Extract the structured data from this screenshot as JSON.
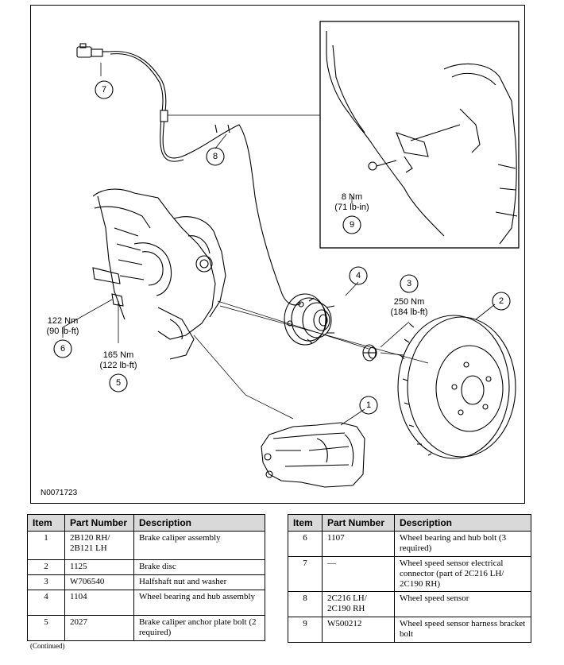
{
  "figure": {
    "code": "N0071723",
    "callouts": [
      "1",
      "2",
      "3",
      "4",
      "5",
      "6",
      "7",
      "8",
      "9"
    ],
    "torques": {
      "t3": {
        "nm": "250 Nm",
        "imp": "(184 lb-ft)"
      },
      "t6": {
        "nm": "122 Nm",
        "imp": "(90 lb-ft)"
      },
      "t5": {
        "nm": "165 Nm",
        "imp": "(122 lb-ft)"
      },
      "t9": {
        "nm": "8 Nm",
        "imp": "(71 lb-in)"
      }
    }
  },
  "table_left": {
    "headers": [
      "Item",
      "Part Number",
      "Description"
    ],
    "rows": [
      {
        "item": "1",
        "part": "2B120 RH/ 2B121 LH",
        "desc": "Brake caliper assembly"
      },
      {
        "item": "2",
        "part": "1125",
        "desc": "Brake disc"
      },
      {
        "item": "3",
        "part": "W706540",
        "desc": "Halfshaft nut and washer"
      },
      {
        "item": "4",
        "part": "1104",
        "desc": "Wheel bearing and hub assembly"
      },
      {
        "item": "5",
        "part": "2027",
        "desc": "Brake caliper anchor plate bolt (2 required)"
      }
    ]
  },
  "table_right": {
    "headers": [
      "Item",
      "Part Number",
      "Description"
    ],
    "rows": [
      {
        "item": "6",
        "part": "1107",
        "desc": "Wheel bearing and hub bolt (3 required)"
      },
      {
        "item": "7",
        "part": "—",
        "desc": "Wheel speed sensor electrical connector (part of 2C216 LH/ 2C190 RH)"
      },
      {
        "item": "8",
        "part": "2C216 LH/ 2C190 RH",
        "desc": "Wheel speed sensor"
      },
      {
        "item": "9",
        "part": "W500212",
        "desc": "Wheel speed sensor harness bracket bolt"
      }
    ]
  },
  "footer": {
    "continued": "(Continued)"
  }
}
